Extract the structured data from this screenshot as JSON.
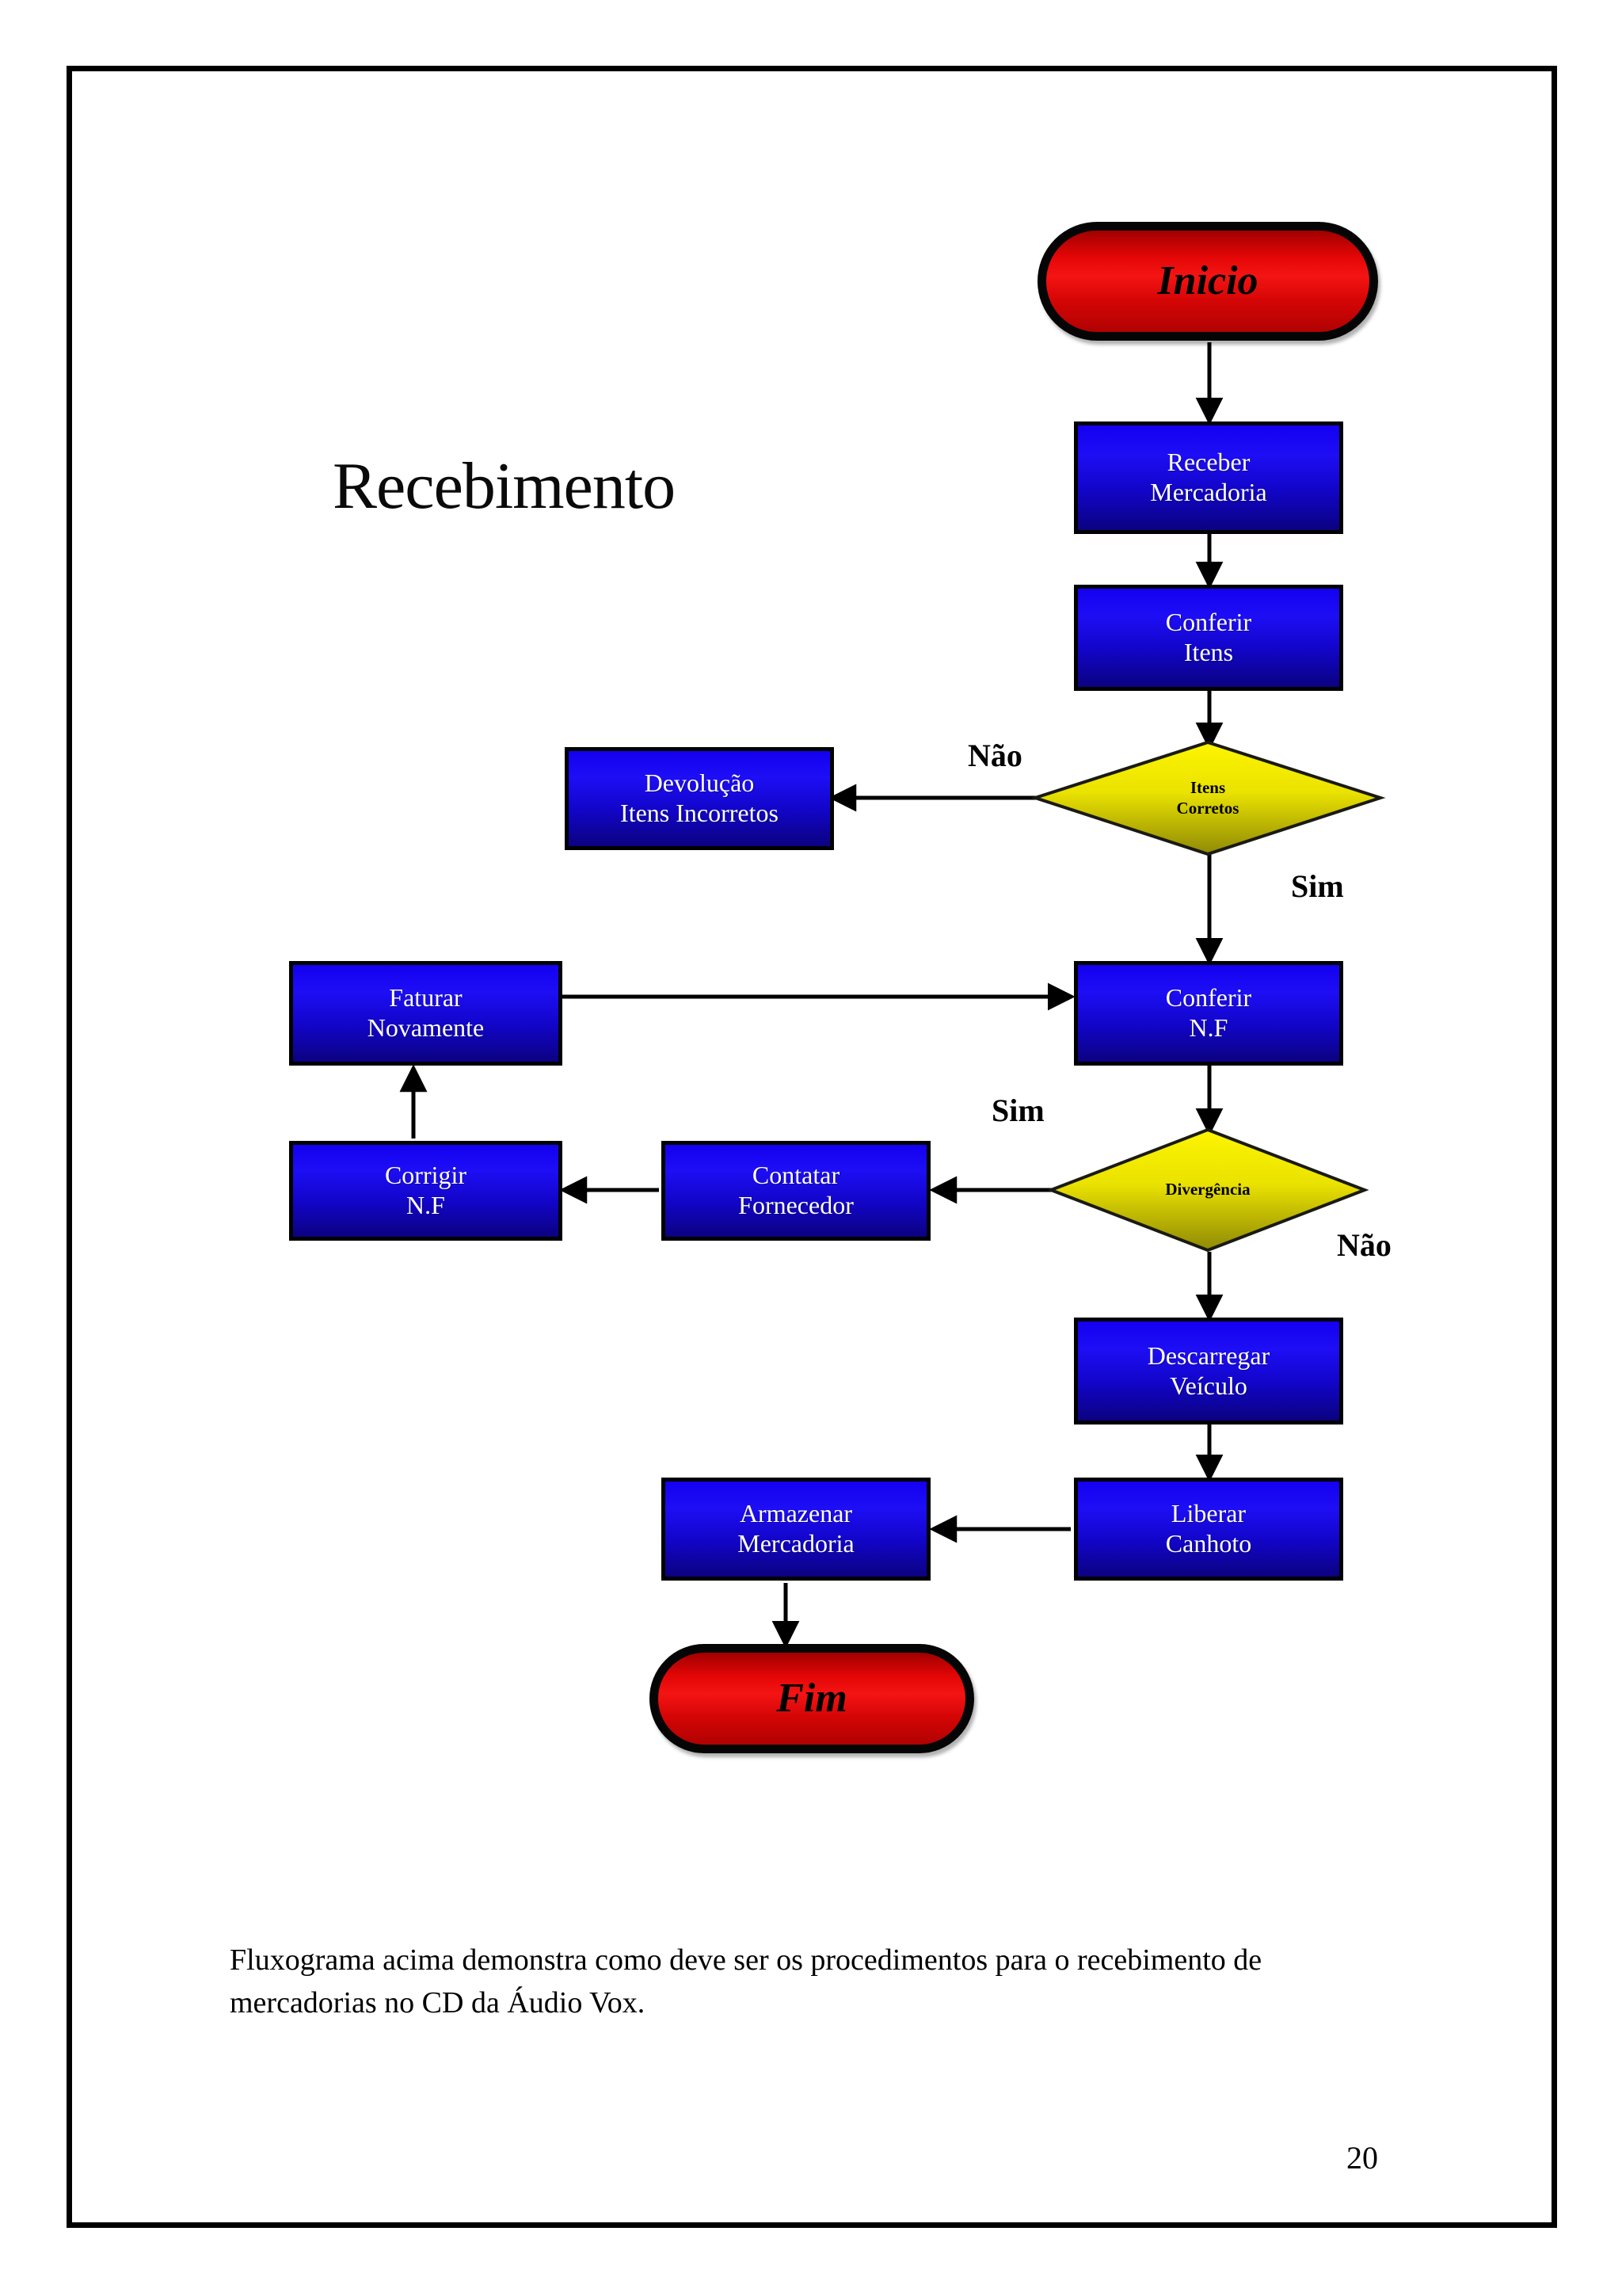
{
  "page": {
    "number": "20",
    "caption": "Fluxograma acima demonstra como deve ser os procedimentos para o recebimento de mercadorias no CD da Áudio Vox."
  },
  "diagram": {
    "title": "Recebimento",
    "colors": {
      "process_fill_top": "#1400f0",
      "process_fill_bottom": "#0b0280",
      "process_text": "#ffffff",
      "terminator_fill": "#e40606",
      "terminator_text": "#000000",
      "decision_fill_top": "#fdf500",
      "decision_fill_bottom": "#8f8a06",
      "decision_text": "#000000",
      "border": "#000000",
      "connector": "#000000",
      "page_border": "#000000"
    },
    "nodes": {
      "start": {
        "label": "Inicio",
        "type": "terminator"
      },
      "receber_mercadoria": {
        "line1": "Receber",
        "line2": "Mercadoria",
        "type": "process"
      },
      "conferir_itens": {
        "line1": "Conferir",
        "line2": "Itens",
        "type": "process"
      },
      "itens_corretos": {
        "line1": "Itens",
        "line2": "Corretos",
        "type": "decision"
      },
      "devolucao_itens_incorretos": {
        "line1": "Devolução",
        "line2": "Itens Incorretos",
        "type": "process"
      },
      "conferir_nf": {
        "line1": "Conferir",
        "line2": "N.F",
        "type": "process"
      },
      "faturar_novamente": {
        "line1": "Faturar",
        "line2": "Novamente",
        "type": "process"
      },
      "divergencia": {
        "line1": "Divergência",
        "line2": "",
        "type": "decision"
      },
      "contatar_fornecedor": {
        "line1": "Contatar",
        "line2": "Fornecedor",
        "type": "process"
      },
      "corrigir_nf": {
        "line1": "Corrigir",
        "line2": "N.F",
        "type": "process"
      },
      "descarregar_veiculo": {
        "line1": "Descarregar",
        "line2": "Veículo",
        "type": "process"
      },
      "liberar_canhoto": {
        "line1": "Liberar",
        "line2": "Canhoto",
        "type": "process"
      },
      "armazenar_mercadoria": {
        "line1": "Armazenar",
        "line2": "Mercadoria",
        "type": "process"
      },
      "end": {
        "label": "Fim",
        "type": "terminator"
      }
    },
    "edge_labels": {
      "itens_corretos_nao": "Não",
      "itens_corretos_sim": "Sim",
      "divergencia_sim": "Sim",
      "divergencia_nao": "Não"
    }
  }
}
